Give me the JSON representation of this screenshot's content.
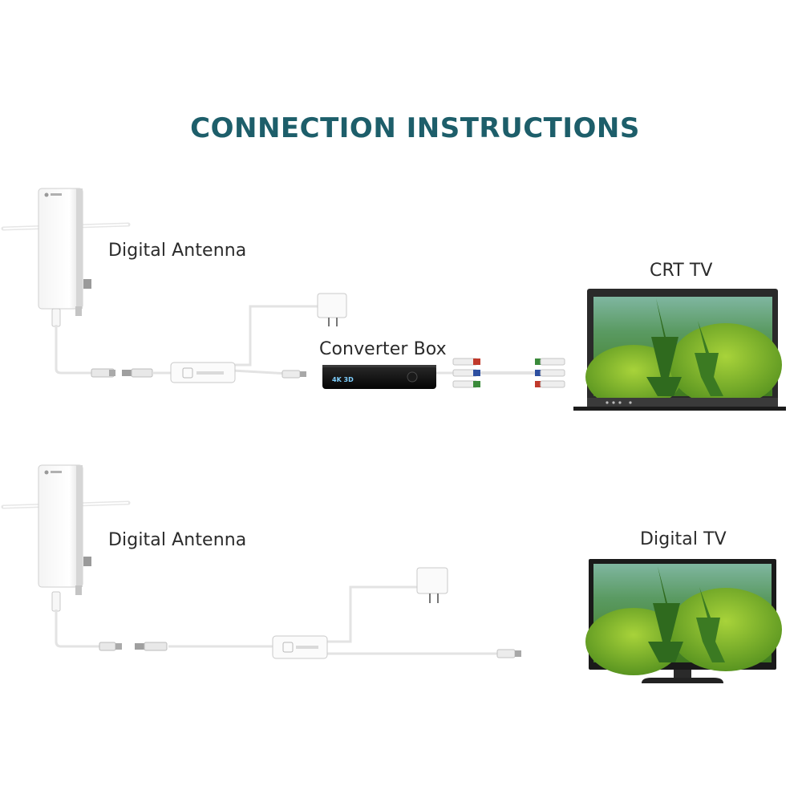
{
  "title": "CONNECTION INSTRUCTIONS",
  "setup_crt": {
    "antenna_label": "Digital Antenna",
    "converter_label": "Converter Box",
    "tv_label": "CRT TV",
    "converter_badge": "4K 3D"
  },
  "setup_digital": {
    "antenna_label": "Digital Antenna",
    "tv_label": "Digital TV"
  },
  "colors": {
    "title": "#1d5e6a",
    "label_text": "#2b2b2b",
    "rca_red": "#c0392b",
    "rca_green": "#3a8a3a",
    "rca_blue": "#2d4fa0"
  },
  "icons": [
    "antenna-icon",
    "power-adapter-icon",
    "amplifier-icon",
    "coax-connector-icon",
    "converter-box-icon",
    "rca-cable-icon",
    "tv-icon"
  ]
}
